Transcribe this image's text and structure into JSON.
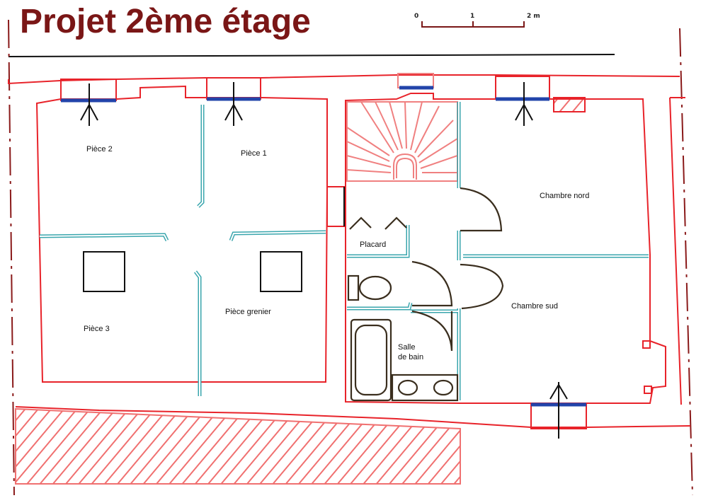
{
  "title": "Projet 2ème étage",
  "scale": {
    "labels": [
      "0",
      "1",
      "2 m"
    ]
  },
  "rooms": {
    "piece2": "Pièce 2",
    "piece1": "Pièce 1",
    "piece3": "Pièce 3",
    "grenier": "Pièce grenier",
    "placard": "Placard",
    "sdb_line1": "Salle",
    "sdb_line2": "de bain",
    "chambre_nord": "Chambre nord",
    "chambre_sud": "Chambre sud"
  },
  "colors": {
    "title": "#7a1616",
    "existing_walls": "#e8232a",
    "new_partitions": "#3aa6ad",
    "windows": "#2244aa",
    "furniture": "#3a2e1e"
  }
}
